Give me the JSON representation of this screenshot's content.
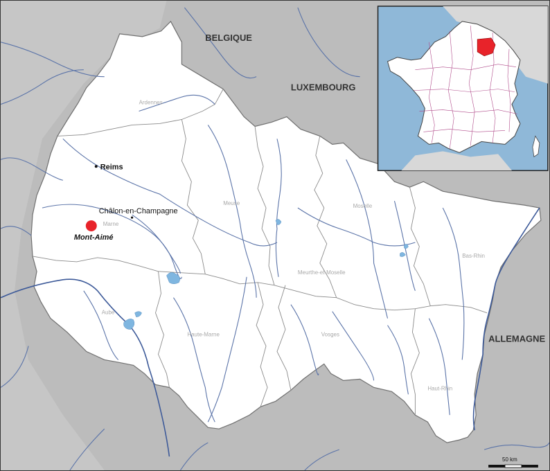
{
  "countries": {
    "belgium": "BELGIQUE",
    "luxembourg": "LUXEMBOURG",
    "germany": "ALLEMAGNE"
  },
  "departments": {
    "ardennes": "Ardennes",
    "marne": "Marne",
    "meuse": "Meuse",
    "moselle": "Moselle",
    "meurthe_et_moselle": "Meurthe-et-Moselle",
    "bas_rhin": "Bas-Rhin",
    "aube": "Aube",
    "haute_marne": "Haute-Marne",
    "vosges": "Vosges",
    "haut_rhin": "Haut-Rhin"
  },
  "cities": {
    "reims": "Reims",
    "chalons": "Châlon-en-Champagne"
  },
  "site": {
    "name": "Mont-Aimé",
    "color": "#e8232a"
  },
  "scale": {
    "label": "50 km"
  },
  "colors": {
    "neighbor": "#bcbcbc",
    "region": "#ffffff",
    "water": "#7fb6e0",
    "inset_sea": "#8fb8d8",
    "inset_highlight": "#e8232a",
    "inset_borders": "#b04a8a"
  }
}
